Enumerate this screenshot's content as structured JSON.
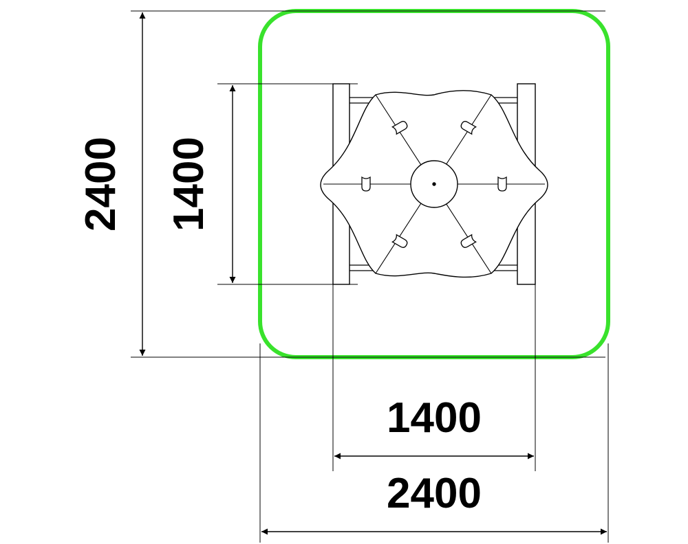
{
  "colors": {
    "line": "#000000",
    "safety_zone": "#39e22c",
    "background": "#ffffff"
  },
  "dimensions": {
    "overall_height": "2400",
    "equipment_height": "1400",
    "equipment_width": "1400",
    "overall_width": "2400"
  }
}
